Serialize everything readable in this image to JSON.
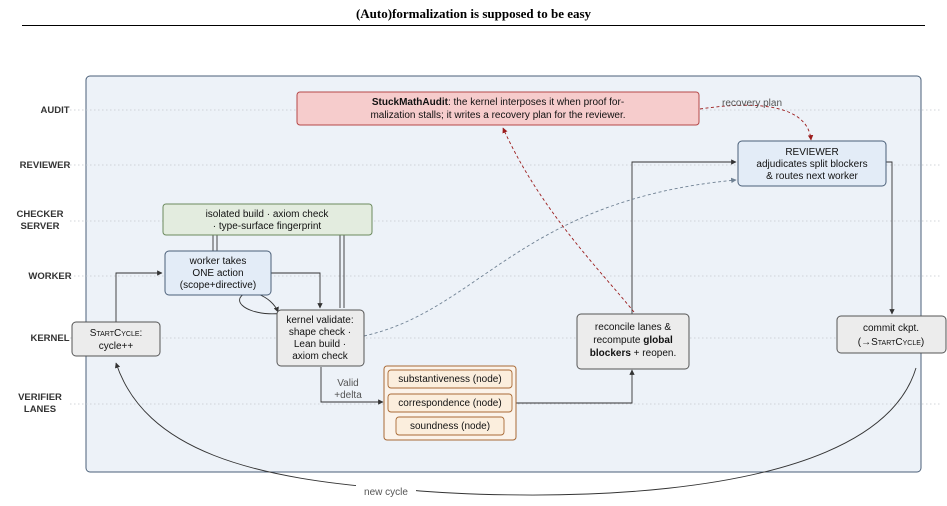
{
  "page": {
    "title": "(Auto)formalization is supposed to be easy"
  },
  "lanes": [
    {
      "id": "audit",
      "label": [
        "AUDIT"
      ]
    },
    {
      "id": "reviewer",
      "label": [
        "REVIEWER"
      ]
    },
    {
      "id": "checker",
      "label": [
        "CHECKER",
        "SERVER"
      ]
    },
    {
      "id": "worker",
      "label": [
        "WORKER"
      ]
    },
    {
      "id": "kernel",
      "label": [
        "KERNEL"
      ]
    },
    {
      "id": "verifier",
      "label": [
        "VERIFIER",
        "LANES"
      ]
    }
  ],
  "nodes": {
    "audit": {
      "bold": "StuckMathAudit",
      "line1_rest": ": the kernel interposes it when proof for-",
      "line2": "malization stalls; it writes a recovery plan for the reviewer."
    },
    "reviewer": {
      "line1": "REVIEWER",
      "line2": "adjudicates split blockers",
      "line3": "& routes next worker"
    },
    "checker": {
      "line1": "isolated build · axiom check",
      "line2": "· type-surface fingerprint"
    },
    "worker": {
      "line1": "worker takes",
      "line2": "ONE action",
      "line3": "(scope+directive)"
    },
    "start_cycle": {
      "line1": "StartCycle:",
      "line2": "cycle++"
    },
    "kernel_validate": {
      "line1": "kernel validate:",
      "line2": "shape check ·",
      "line3": "Lean build ·",
      "line4": "axiom check"
    },
    "reconcile": {
      "line1": "reconcile lanes &",
      "line2_pre": "recompute ",
      "line2_bold": "global",
      "line3_bold": "blockers",
      "line3_post": " + reopen."
    },
    "commit": {
      "line1": "commit ckpt.",
      "line2": "(→StartCycle)"
    },
    "verifier_lanes": [
      {
        "label": "substantiveness (node)"
      },
      {
        "label": "correspondence (node)"
      },
      {
        "label": "soundness (node)"
      }
    ]
  },
  "edge_labels": {
    "recovery_plan": "recovery plan",
    "valid_delta_1": "Valid",
    "valid_delta_2": "+delta",
    "new_cycle": "new cycle"
  },
  "colors": {
    "panel_fill": "#edf2f8",
    "panel_stroke": "#4a5f78",
    "audit_fill": "#f6cccc",
    "audit_stroke": "#b54848",
    "blue_box_fill": "#e3ecf7",
    "blue_box_stroke": "#4a5f78",
    "green_box_fill": "#e3ecdf",
    "green_box_stroke": "#6c8a5e",
    "gray_box_fill": "#ececec",
    "gray_box_stroke": "#555555",
    "orange_group_fill": "#fbf3ea",
    "orange_stroke": "#a86a36",
    "red_arrow": "#9b1c1c",
    "dashed_gray": "#6f8193"
  }
}
